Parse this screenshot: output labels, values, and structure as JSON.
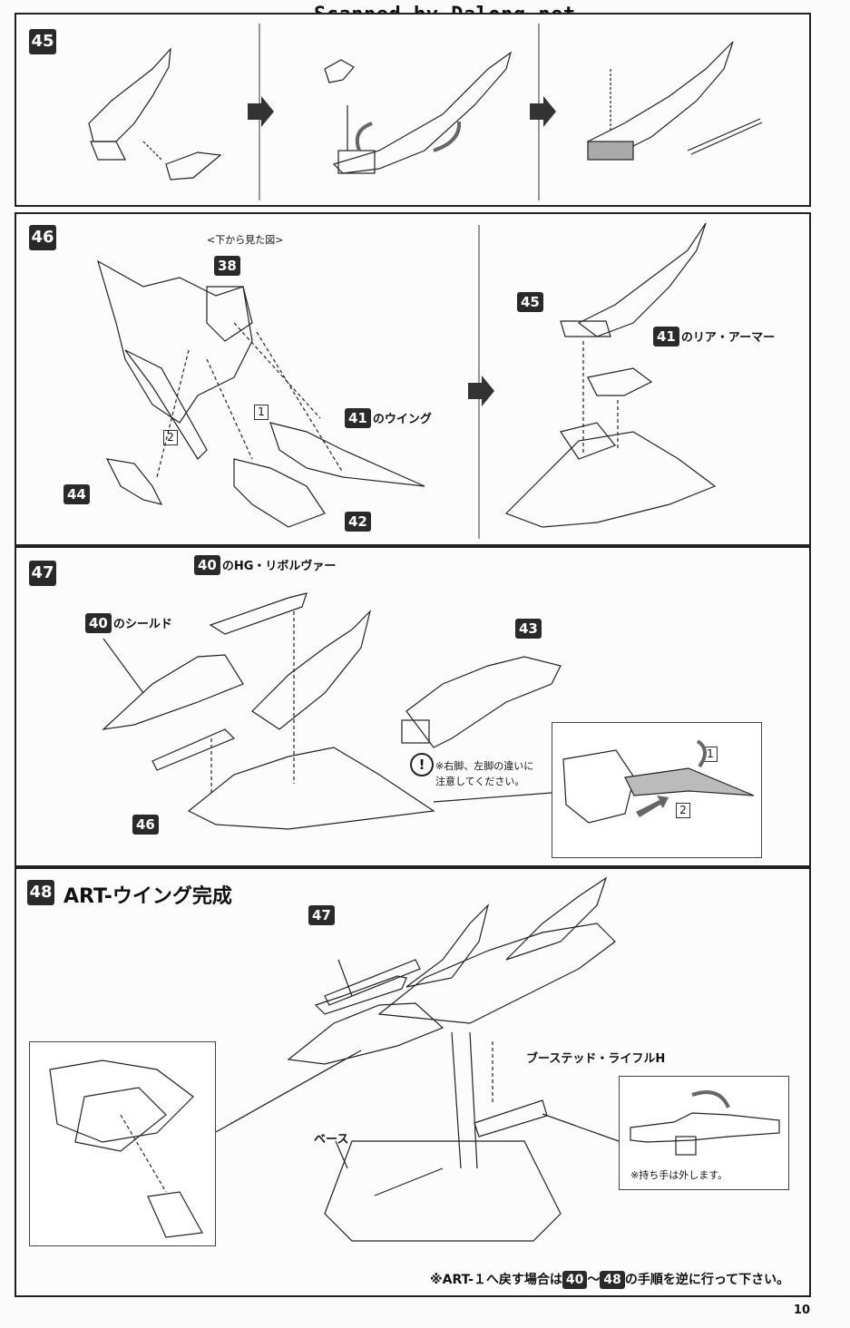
{
  "watermark": "Scanned by Dalong.net",
  "step45": {
    "number": "45"
  },
  "step46": {
    "number": "46",
    "view_note": "<下から見た図>",
    "part_38": "38",
    "part_41": "41",
    "wing_suffix": "のウイング",
    "part_44": "44",
    "part_42": "42",
    "num_1": "1",
    "num_2": "2",
    "part_45": "45",
    "part_41b": "41",
    "rear_armor_suffix": "のリア・アーマー"
  },
  "step47": {
    "number": "47",
    "part_40a": "40",
    "hg_revolver_suffix": "のHG・リボルヴァー",
    "part_40b": "40",
    "shield_suffix": "のシールド",
    "part_43": "43",
    "part_46": "46",
    "warning_icon": "!",
    "warning_line1": "※右脚、左脚の違いに",
    "warning_line2": "注意してください。",
    "inset_num_1": "1",
    "inset_num_2": "2"
  },
  "step48": {
    "number": "48",
    "title": "ART-ウイング完成",
    "part_47": "47",
    "rifle_label": "ブーステッド・ライフルH",
    "base_label": "ベース",
    "hand_note": "※持ち手は外します。"
  },
  "footnote": {
    "prefix": "※ART-１へ戻す場合は",
    "from": "40",
    "tilde": "～",
    "to": "48",
    "suffix": "の手順を逆に行って下さい。"
  },
  "page_number": "10"
}
